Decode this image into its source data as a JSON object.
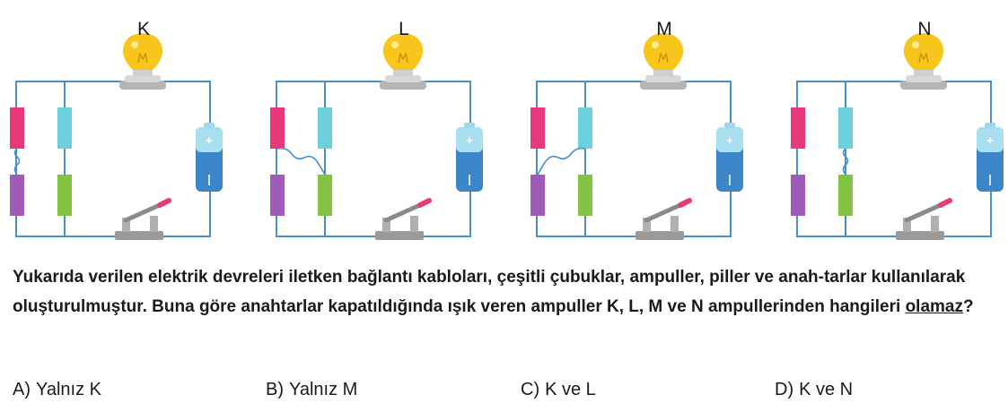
{
  "circuits": [
    {
      "label": "K",
      "connection": "left-column"
    },
    {
      "label": "L",
      "connection": "cross-to-right"
    },
    {
      "label": "M",
      "connection": "cross-to-left"
    },
    {
      "label": "N",
      "connection": "right-column"
    }
  ],
  "battery_symbol": "+",
  "question": {
    "part1": "Yukarıda verilen elektrik devreleri iletken bağlantı kabloları, çeşitli çubuklar, ampuller, piller ve anah-tarlar kullanılarak oluşturulmuştur. Buna göre anahtarlar kapatıldığında ışık veren ampuller K, L, M ve N ampullerinden hangileri ",
    "emphasis": "olamaz",
    "part2": "?"
  },
  "options": [
    {
      "letter": "A)",
      "text": "Yalnız K"
    },
    {
      "letter": "B)",
      "text": "Yalnız M"
    },
    {
      "letter": "C)",
      "text": "K ve L"
    },
    {
      "letter": "D)",
      "text": "K ve N"
    }
  ],
  "colors": {
    "wire": "#4a90c8",
    "rod_pink": "#e8397d",
    "rod_cyan": "#6ccfdc",
    "rod_purple": "#a05bb8",
    "rod_green": "#82c341",
    "bulb": "#f8c51b",
    "battery": "#3a86c8",
    "switch": "#9a9a9a",
    "switch_tip": "#e8397d"
  }
}
